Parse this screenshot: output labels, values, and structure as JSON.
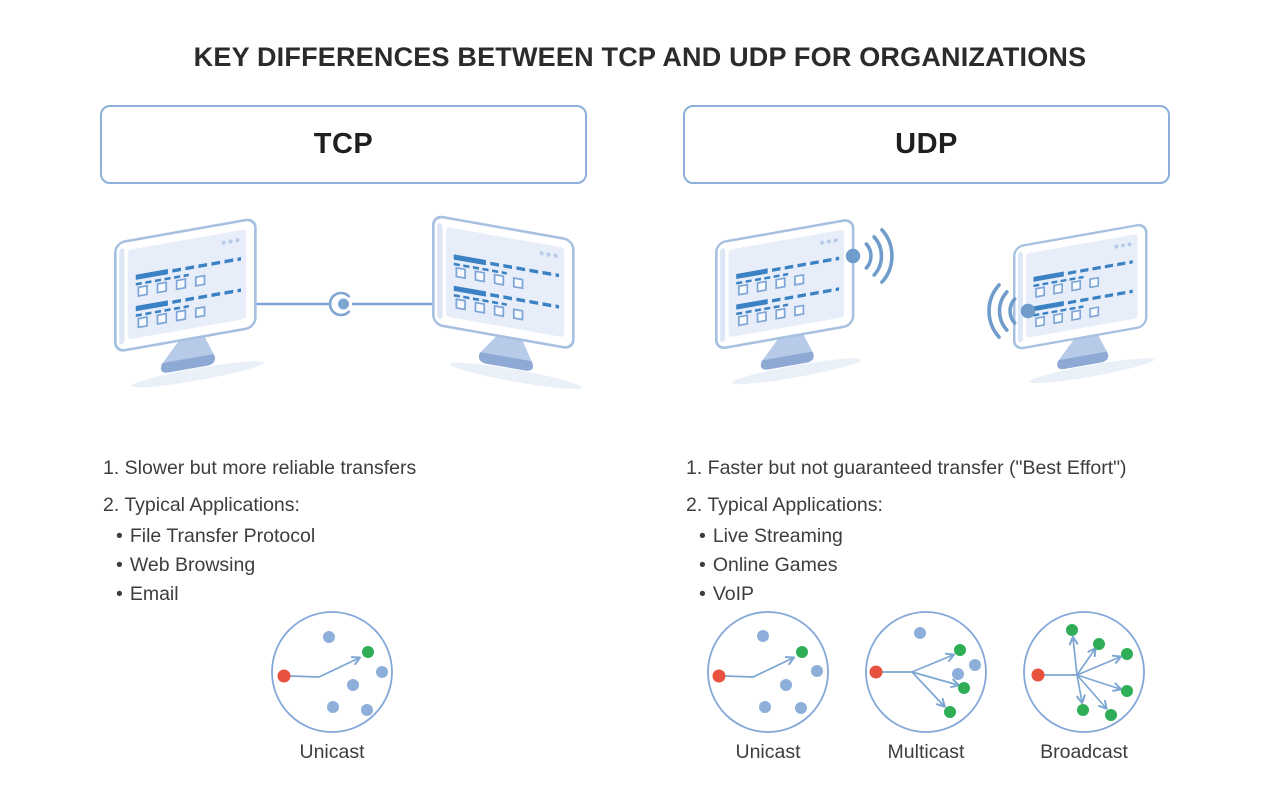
{
  "title": "KEY DIFFERENCES BETWEEN TCP AND UDP FOR ORGANIZATIONS",
  "bullet": "•",
  "tcp": {
    "label": "TCP",
    "feature": "1. Slower but more reliable transfers",
    "apps_heading": "2. Typical Applications:",
    "apps": [
      "File Transfer Protocol",
      "Web Browsing",
      "Email"
    ],
    "cast_labels": [
      "Unicast"
    ]
  },
  "udp": {
    "label": "UDP",
    "feature": "1. Faster but not guaranteed transfer (\"Best Effort\")",
    "apps_heading": "2. Typical Applications:",
    "apps": [
      "Live Streaming",
      "Online Games",
      "VoIP"
    ],
    "cast_labels": [
      "Unicast",
      "Multicast",
      "Broadcast"
    ]
  },
  "icons": {
    "monitor": "monitor-icon",
    "wifi_signal": "wifi-signal-icon",
    "wired_link": "wired-link-icon",
    "connector": "connector-icon"
  },
  "colors": {
    "box_border": "#8cb0da",
    "line_blue": "#7ea6d3",
    "circle_stroke": "#84a8d8",
    "node_blue": "#8fafdb",
    "source_red": "#e8513d",
    "destination_green": "#2fae57",
    "screen_content_blue": "#3b82c4",
    "monitor_frame": "#a6c0e2",
    "text": "#3d3d3d"
  }
}
